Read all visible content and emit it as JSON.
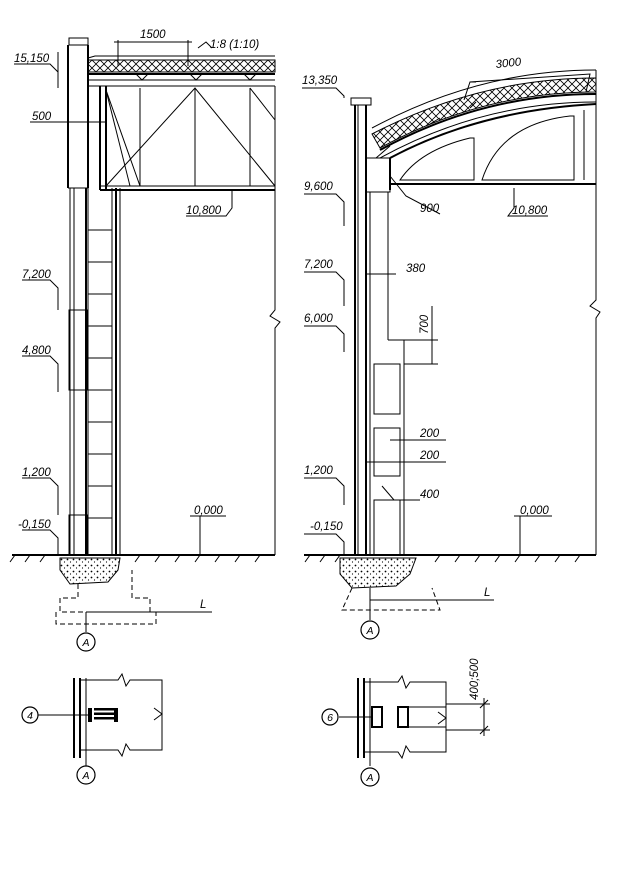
{
  "left_section": {
    "levels": {
      "top": "15,150",
      "l7200": "7,200",
      "l4800": "4,800",
      "l1200": "1,200",
      "lminus": "-0,150",
      "l0000": "0,000",
      "l10800": "10,800"
    },
    "dims": {
      "panel": "500",
      "truss_span": "1500",
      "slope": "1:8 (1:10)",
      "length": "L"
    },
    "axis": "A"
  },
  "right_section": {
    "levels": {
      "top": "13,350",
      "l9600": "9,600",
      "l7200": "7,200",
      "l6000": "6,000",
      "l1200": "1,200",
      "lminus": "-0,150",
      "l0000": "0,000",
      "l10800": "10,800"
    },
    "dims": {
      "arch_span": "3000",
      "d900": "900",
      "d380": "380",
      "d700": "700",
      "d200a": "200",
      "d200b": "200",
      "d400": "400",
      "length": "L"
    },
    "axis": "A"
  },
  "detail_4": {
    "marker": "4",
    "axis": "A"
  },
  "detail_6": {
    "marker": "6",
    "axis": "A",
    "dim": "400;500"
  }
}
